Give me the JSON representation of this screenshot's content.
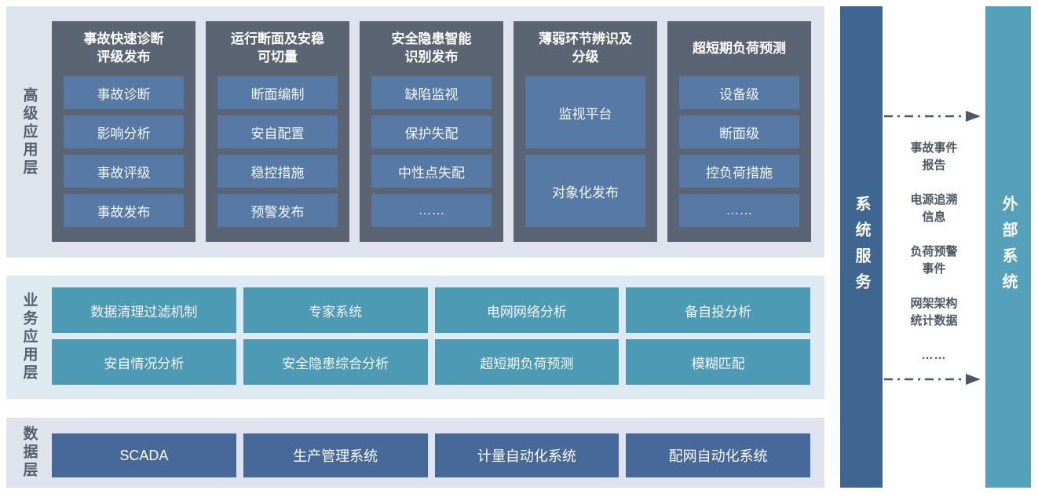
{
  "colors": {
    "panel_bg": "#dee3ed",
    "panel_bg_cyan": "#deeaf2",
    "column_bg": "#5b6472",
    "item_blue": "#567aa5",
    "teal_box": "#4d9ab4",
    "data_box": "#47699a",
    "service_bar": "#3f6591",
    "external_bar": "#55a1bb",
    "label_dark": "#565f6d",
    "arrow": "#4d5866"
  },
  "advanced_layer": {
    "label": "高级应用层",
    "columns": [
      {
        "title": "事故快速诊断\n评级发布",
        "items": [
          "事故诊断",
          "影响分析",
          "事故评级",
          "事故发布"
        ]
      },
      {
        "title": "运行断面及安稳\n可切量",
        "items": [
          "断面编制",
          "安自配置",
          "稳控措施",
          "预警发布"
        ]
      },
      {
        "title": "安全隐患智能\n识别发布",
        "items": [
          "缺陷监视",
          "保护失配",
          "中性点失配",
          "……"
        ]
      },
      {
        "title": "薄弱环节辨识及\n分级",
        "items": [
          "监视平台",
          "对象化发布"
        ]
      },
      {
        "title": "超短期负荷预测",
        "items": [
          "设备级",
          "断面级",
          "控负荷措施",
          "……"
        ]
      }
    ]
  },
  "business_layer": {
    "label": "业务应用层",
    "rows": [
      [
        "数据清理过滤机制",
        "专家系统",
        "电网网络分析",
        "备自投分析"
      ],
      [
        "安自情况分析",
        "安全隐患综合分析",
        "超短期负荷预测",
        "模糊匹配"
      ]
    ]
  },
  "data_layer": {
    "label": "数据层",
    "items": [
      "SCADA",
      "生产管理系统",
      "计量自动化系统",
      "配网自动化系统"
    ]
  },
  "service_bar": {
    "label": "系统服务"
  },
  "external_bar": {
    "label": "外部系统"
  },
  "exchange": {
    "items": [
      "事故事件\n报告",
      "电源追溯\n信息",
      "负荷预警\n事件",
      "网架架构\n统计数据"
    ],
    "ellipsis": "……"
  }
}
